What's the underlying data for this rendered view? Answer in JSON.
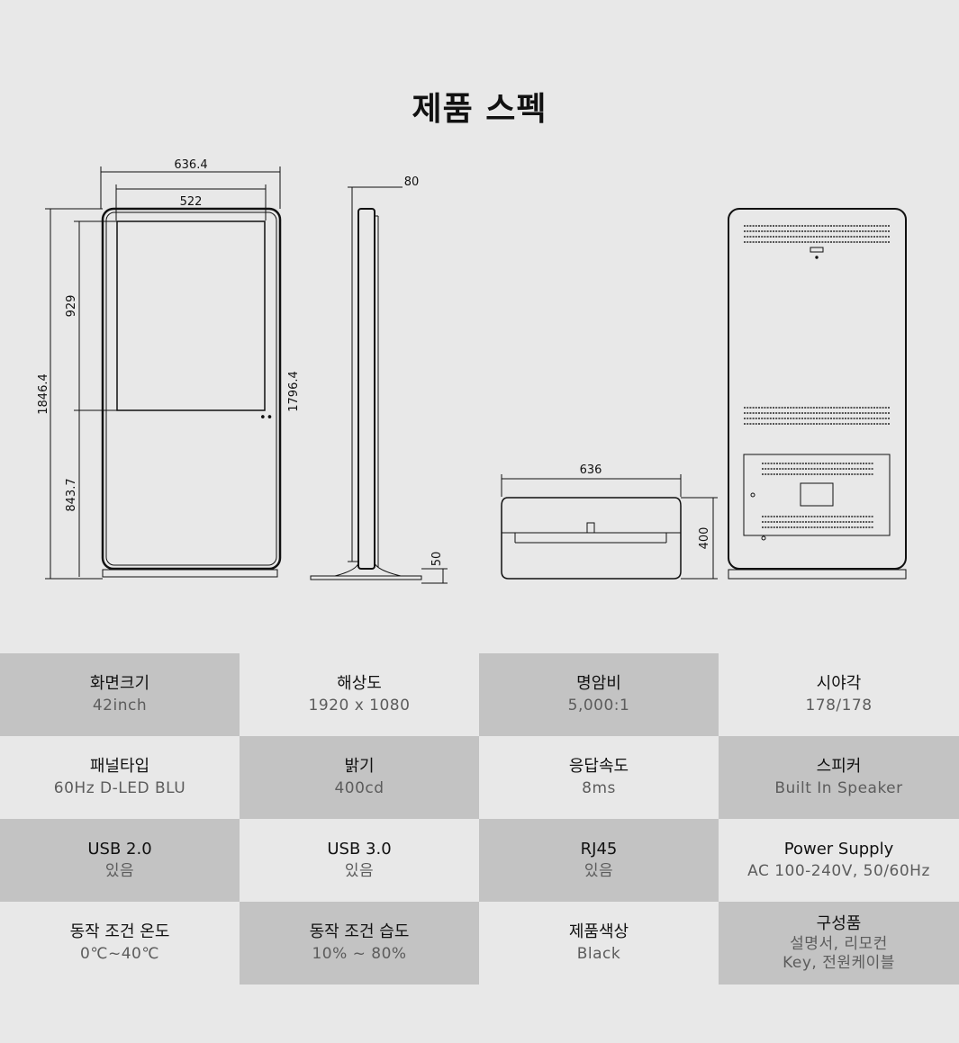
{
  "title": "제품 스펙",
  "dimensions": {
    "front_width_outer": "636.4",
    "front_width_screen": "522",
    "front_height_total": "1846.4",
    "front_height_screen": "929",
    "front_height_lower": "843.7",
    "side_height": "1796.4",
    "side_depth": "80",
    "side_base_height": "50",
    "base_width": "636",
    "base_depth": "400"
  },
  "specs": [
    {
      "label": "화면크기",
      "value": "42inch"
    },
    {
      "label": "해상도",
      "value": "1920 x 1080"
    },
    {
      "label": "명암비",
      "value": "5,000:1"
    },
    {
      "label": "시야각",
      "value": "178/178"
    },
    {
      "label": "패널타입",
      "value": "60Hz D-LED BLU"
    },
    {
      "label": "밝기",
      "value": "400cd"
    },
    {
      "label": "응답속도",
      "value": "8ms"
    },
    {
      "label": "스피커",
      "value": "Built In Speaker"
    },
    {
      "label": "USB 2.0",
      "value": "있음"
    },
    {
      "label": "USB 3.0",
      "value": "있음"
    },
    {
      "label": "RJ45",
      "value": "있음"
    },
    {
      "label": "Power Supply",
      "value": "AC 100-240V, 50/60Hz"
    },
    {
      "label": "동작 조건 온도",
      "value": "0℃~40℃"
    },
    {
      "label": "동작 조건 습도",
      "value": "10% ~ 80%"
    },
    {
      "label": "제품색상",
      "value": "Black"
    },
    {
      "label": "구성품",
      "value": "설명서, 리모컨",
      "value2": "Key, 전원케이블"
    }
  ]
}
